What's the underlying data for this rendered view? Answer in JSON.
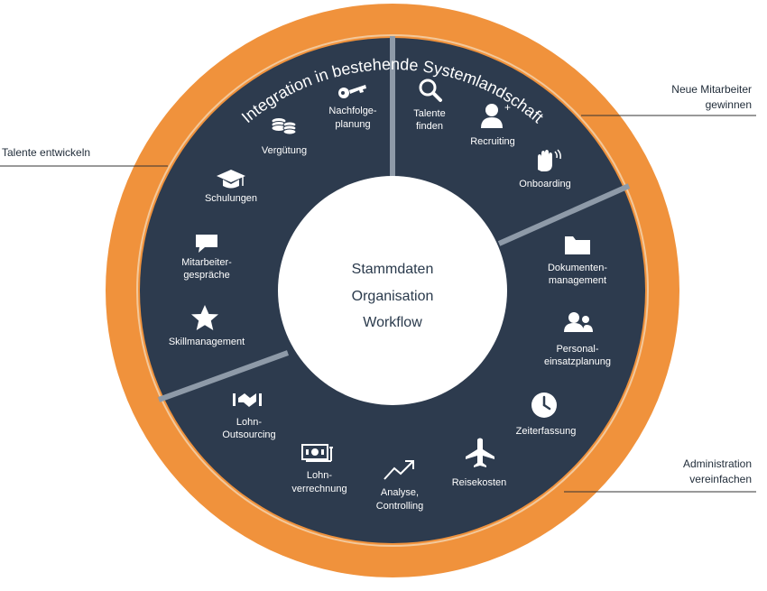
{
  "ring_title": "Integration in bestehende Systemlandschaft",
  "hub_lines": [
    "Stammdaten",
    "Organisation",
    "Workflow"
  ],
  "side_labels": {
    "neue": [
      "Neue Mitarbeiter",
      "gewinnen"
    ],
    "talente": [
      "Talente entwickeln"
    ],
    "admin": [
      "Administration",
      "vereinfachen"
    ]
  },
  "items": [
    {
      "id": "talente-finden",
      "icon": "magnifier",
      "lines": [
        "Talente",
        "finden"
      ]
    },
    {
      "id": "recruiting",
      "icon": "person-plus",
      "lines": [
        "Recruiting"
      ]
    },
    {
      "id": "onboarding",
      "icon": "waving-hand",
      "lines": [
        "Onboarding"
      ]
    },
    {
      "id": "dokumentenmanagement",
      "icon": "folder",
      "lines": [
        "Dokumenten-",
        "management"
      ]
    },
    {
      "id": "personaleinsatzplanung",
      "icon": "people",
      "lines": [
        "Personal-",
        "einsatzplanung"
      ]
    },
    {
      "id": "zeiterfassung",
      "icon": "clock",
      "lines": [
        "Zeiterfassung"
      ]
    },
    {
      "id": "reisekosten",
      "icon": "airplane",
      "lines": [
        "Reisekosten"
      ]
    },
    {
      "id": "analyse-controlling",
      "icon": "trend-arrow",
      "lines": [
        "Analyse,",
        "Controlling"
      ]
    },
    {
      "id": "lohnverrechnung",
      "icon": "banknote",
      "lines": [
        "Lohn-",
        "verrechnung"
      ]
    },
    {
      "id": "lohn-outsourcing",
      "icon": "handshake",
      "lines": [
        "Lohn-",
        "Outsourcing"
      ]
    },
    {
      "id": "skillmanagement",
      "icon": "star",
      "lines": [
        "Skillmanagement"
      ]
    },
    {
      "id": "mitarbeitergespraeche",
      "icon": "speech-bubble",
      "lines": [
        "Mitarbeiter-",
        "gespräche"
      ]
    },
    {
      "id": "schulungen",
      "icon": "graduation-cap",
      "lines": [
        "Schulungen"
      ]
    },
    {
      "id": "verguetung",
      "icon": "coins",
      "lines": [
        "Vergütung"
      ]
    },
    {
      "id": "nachfolgeplanung",
      "icon": "key",
      "lines": [
        "Nachfolge-",
        "planung"
      ]
    }
  ],
  "colors": {
    "ring_orange": "#f0923c",
    "ring_outline": "#f3c89a",
    "dark_navy": "#2d3b4e",
    "divider_gray": "#8e9aa8",
    "hub_white": "#ffffff",
    "hub_text": "#2a3a4c"
  }
}
